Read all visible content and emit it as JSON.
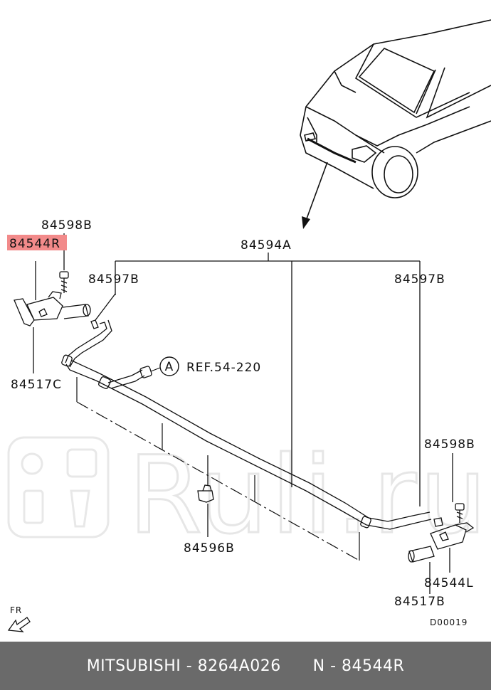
{
  "parts": {
    "p84598B_left": "84598B",
    "p84544R": "84544R",
    "p84594A": "84594A",
    "p84597B_left": "84597B",
    "p84597B_right": "84597B",
    "p84517C": "84517C",
    "ref_circle": "A",
    "ref": "REF.54-220",
    "p84596B": "84596B",
    "p84598B_right": "84598B",
    "p84544L": "84544L",
    "p84517B": "84517B"
  },
  "direction_label": "FR",
  "diagram_code": "D00019",
  "watermark": "Ruli.ru",
  "highlight_color": "#f28a8a",
  "footer": {
    "text": "MITSUBISHI - 8264A026      N - 84544R",
    "background": "#6a6a6a"
  }
}
